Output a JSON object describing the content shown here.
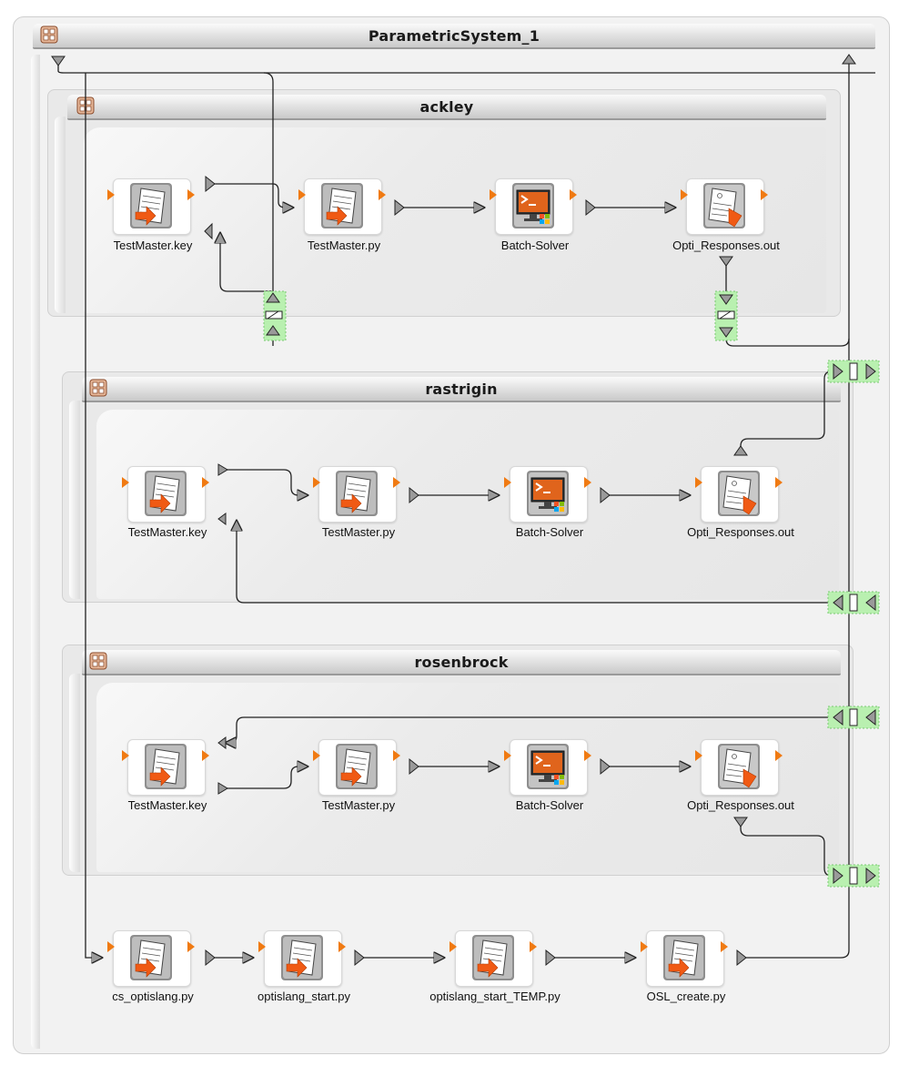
{
  "system": {
    "title": "ParametricSystem_1"
  },
  "groups": [
    {
      "title": "ackley",
      "nodes": [
        {
          "label": "TestMaster.key",
          "icon": "text-file-input-icon"
        },
        {
          "label": "TestMaster.py",
          "icon": "text-file-input-icon"
        },
        {
          "label": "Batch-Solver",
          "icon": "terminal-solver-icon"
        },
        {
          "label": "Opti_Responses.out",
          "icon": "text-file-output-icon"
        }
      ]
    },
    {
      "title": "rastrigin",
      "nodes": [
        {
          "label": "TestMaster.key",
          "icon": "text-file-input-icon"
        },
        {
          "label": "TestMaster.py",
          "icon": "text-file-input-icon"
        },
        {
          "label": "Batch-Solver",
          "icon": "terminal-solver-icon"
        },
        {
          "label": "Opti_Responses.out",
          "icon": "text-file-output-icon"
        }
      ]
    },
    {
      "title": "rosenbrock",
      "nodes": [
        {
          "label": "TestMaster.key",
          "icon": "text-file-input-icon"
        },
        {
          "label": "TestMaster.py",
          "icon": "text-file-input-icon"
        },
        {
          "label": "Batch-Solver",
          "icon": "terminal-solver-icon"
        },
        {
          "label": "Opti_Responses.out",
          "icon": "text-file-output-icon"
        }
      ]
    }
  ],
  "bottom_row": [
    {
      "label": "cs_optislang.py",
      "icon": "text-file-input-icon"
    },
    {
      "label": "optislang_start.py",
      "icon": "text-file-input-icon"
    },
    {
      "label": "optislang_start_TEMP.py",
      "icon": "text-file-input-icon"
    },
    {
      "label": "OSL_create.py",
      "icon": "text-file-input-icon"
    }
  ],
  "colors": {
    "pin": "#f07a12",
    "wire": "#222222",
    "connector": "#b9f0b0",
    "accent_orange": "#f05a14"
  }
}
